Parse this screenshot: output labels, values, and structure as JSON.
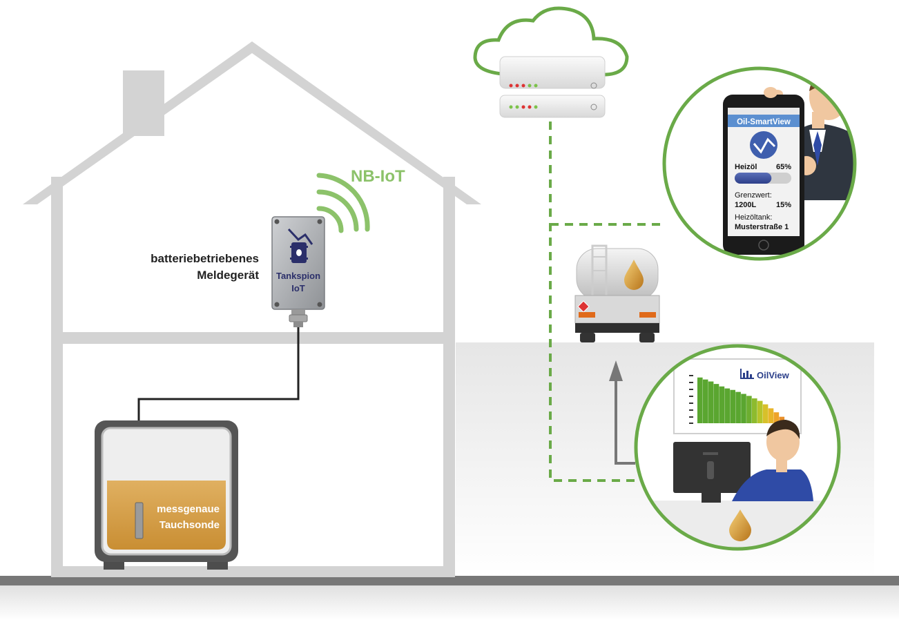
{
  "labels": {
    "nbiot": "NB-IoT",
    "device_line1": "batteriebetriebenes",
    "device_line2": "Meldegerät",
    "tankspion_line1": "Tankspion",
    "tankspion_line2": "IoT",
    "probe_line1": "messgenaue",
    "probe_line2": "Tauchsonde"
  },
  "phone": {
    "app_title": "Oil-SmartView",
    "fuel_label": "Heizöl",
    "fuel_percent": "65%",
    "fuel_level": 0.65,
    "limit_label": "Grenzwert:",
    "limit_volume": "1200L",
    "limit_percent": "15%",
    "tank_label": "Heizöltank:",
    "tank_address": "Musterstraße 1"
  },
  "oilview": {
    "brand": "OilView",
    "bars": [
      0.92,
      0.88,
      0.84,
      0.79,
      0.74,
      0.7,
      0.67,
      0.63,
      0.59,
      0.55,
      0.5,
      0.45,
      0.38,
      0.3,
      0.22,
      0.13
    ],
    "bar_colors": [
      "#5aa630",
      "#5aa630",
      "#5aa630",
      "#5aa630",
      "#5aa630",
      "#5aa630",
      "#5aa630",
      "#5aa630",
      "#5aa630",
      "#6cae30",
      "#8dbb2e",
      "#b5c42a",
      "#d7c02a",
      "#e8b52a",
      "#eea32a",
      "#e98f2a"
    ]
  },
  "colors": {
    "green": "#6aaa48",
    "house": "#d3d3d3",
    "oil": "#d9a54c",
    "navy": "#2b2f6a",
    "ground": "#7a7a7a"
  }
}
